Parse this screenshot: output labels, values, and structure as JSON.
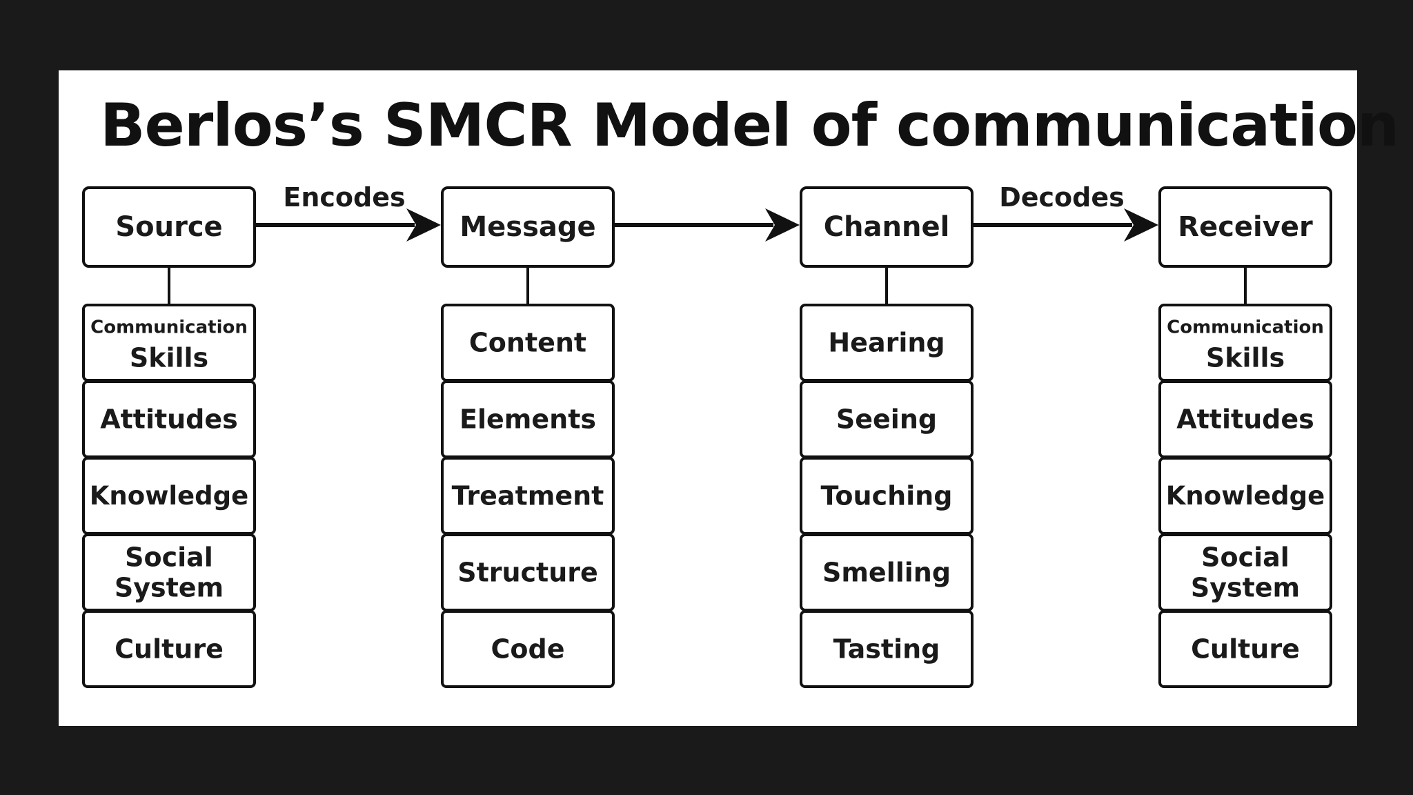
{
  "title": "Berlos’s SMCR Model of communication",
  "columns": [
    {
      "header": "Source",
      "items": [
        [
          "Communication",
          "Skills"
        ],
        [
          "Attitudes"
        ],
        [
          "Knowledge"
        ],
        [
          "Social",
          "System"
        ],
        [
          "Culture"
        ]
      ]
    },
    {
      "header": "Message",
      "items": [
        [
          "Content"
        ],
        [
          "Elements"
        ],
        [
          "Treatment"
        ],
        [
          "Structure"
        ],
        [
          "Code"
        ]
      ]
    },
    {
      "header": "Channel",
      "items": [
        [
          "Hearing"
        ],
        [
          "Seeing"
        ],
        [
          "Touching"
        ],
        [
          "Smelling"
        ],
        [
          "Tasting"
        ]
      ]
    },
    {
      "header": "Receiver",
      "items": [
        [
          "Communication",
          "Skills"
        ],
        [
          "Attitudes"
        ],
        [
          "Knowledge"
        ],
        [
          "Social",
          "System"
        ],
        [
          "Culture"
        ]
      ]
    }
  ],
  "arrows": [
    {
      "from": "Source",
      "to": "Message",
      "label": "Encodes"
    },
    {
      "from": "Message",
      "to": "Channel",
      "label": ""
    },
    {
      "from": "Channel",
      "to": "Receiver",
      "label": "Decodes"
    }
  ]
}
